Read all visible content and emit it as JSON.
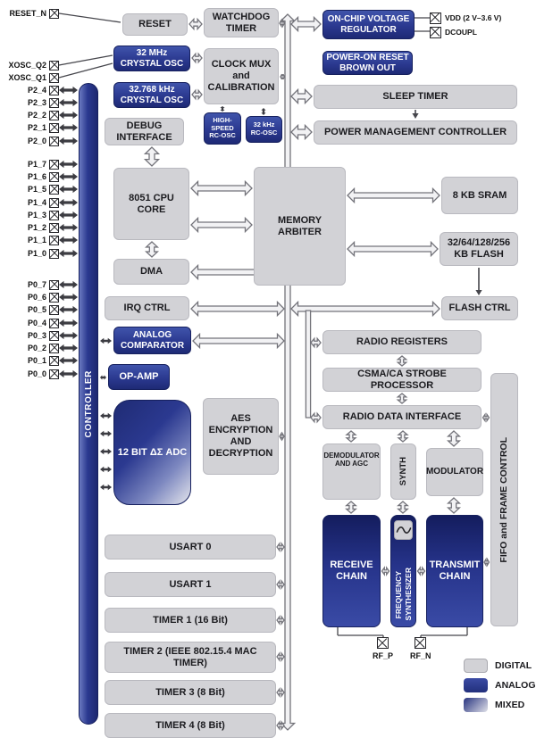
{
  "pins": {
    "left": [
      "RESET_N",
      "XOSC_Q2",
      "XOSC_Q1",
      "P2_4",
      "P2_3",
      "P2_2",
      "P2_1",
      "P2_0",
      "P1_7",
      "P1_6",
      "P1_5",
      "P1_4",
      "P1_3",
      "P1_2",
      "P1_1",
      "P1_0",
      "P0_7",
      "P0_6",
      "P0_5",
      "P0_4",
      "P0_3",
      "P0_2",
      "P0_1",
      "P0_0"
    ],
    "right": [
      "VDD (2 V–3.6 V)",
      "DCOUPL"
    ],
    "rf": [
      "RF_P",
      "RF_N"
    ]
  },
  "controller": "CONTROLLER",
  "blocks": {
    "reset": "RESET",
    "watchdog": "WATCHDOG TIMER",
    "clock_mux": "CLOCK MUX and CALIBRATION",
    "xosc_32m": "32 MHz CRYSTAL OSC",
    "xosc_32k": "32.768 kHz CRYSTAL OSC",
    "hs_rcosc": "HIGH-SPEED RC-OSC",
    "rcosc_32k": "32 kHz RC-OSC",
    "debug": "DEBUG INTERFACE",
    "vreg": "ON-CHIP VOLTAGE REGULATOR",
    "por": "POWER-ON RESET BROWN OUT",
    "sleep_timer": "SLEEP TIMER",
    "pmc": "POWER MANAGEMENT CONTROLLER",
    "cpu": "8051 CPU CORE",
    "memory_arbiter": "MEMORY ARBITER",
    "sram": "8 KB SRAM",
    "flash": "32/64/128/256 KB FLASH",
    "dma": "DMA",
    "irq_ctrl": "IRQ CTRL",
    "flash_ctrl": "FLASH CTRL",
    "analog_comparator": "ANALOG COMPARATOR",
    "radio_registers": "RADIO REGISTERS",
    "op_amp": "OP-AMP",
    "csma": "CSMA/CA STROBE PROCESSOR",
    "adc": "12 BIT ΔΣ ADC",
    "aes": "AES ENCRYPTION AND DECRYPTION",
    "radio_data_interface": "RADIO DATA INTERFACE",
    "fifo": "FIFO and FRAME CONTROL",
    "demodulator": "DEMODULATOR AND AGC",
    "synth": "SYNTH",
    "modulator": "MODULATOR",
    "receive_chain": "RECEIVE CHAIN",
    "freq_synth": [
      "FREQUENCY",
      "SYNTHESIZER"
    ],
    "transmit_chain": "TRANSMIT CHAIN",
    "usart0": "USART 0",
    "usart1": "USART 1",
    "timer1": "TIMER 1 (16 Bit)",
    "timer2": "TIMER 2 (IEEE 802.15.4 MAC TIMER)",
    "timer3": "TIMER 3 (8 Bit)",
    "timer4": "TIMER 4 (8 Bit)"
  },
  "legend": [
    "DIGITAL",
    "ANALOG",
    "MIXED"
  ],
  "colors": {
    "digital": "#d2d2d6",
    "analog": "#2b3990",
    "mixed_from": "#2b3990",
    "mixed_to": "#e0e1e9"
  }
}
